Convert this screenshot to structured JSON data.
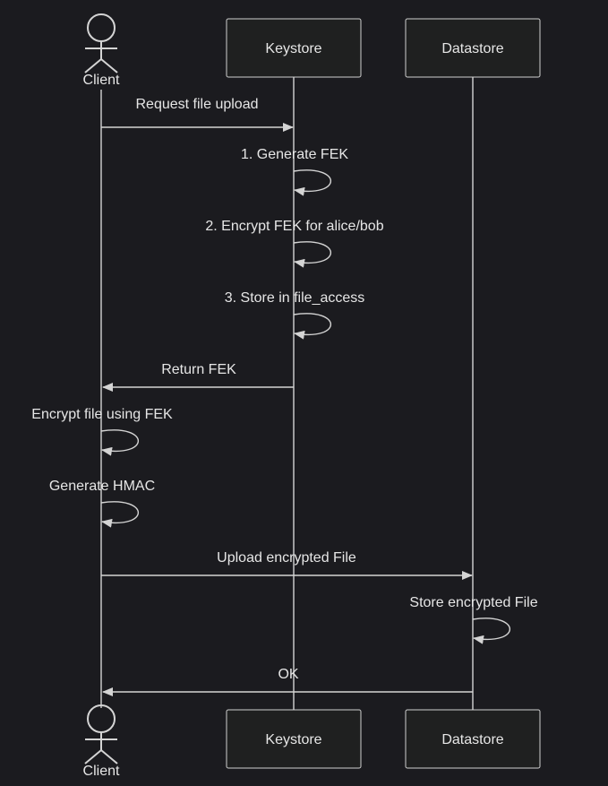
{
  "participants": {
    "client": {
      "label": "Client"
    },
    "keystore": {
      "label": "Keystore"
    },
    "datastore": {
      "label": "Datastore"
    }
  },
  "messages": [
    {
      "text": "Request file upload"
    },
    {
      "text": "1. Generate FEK"
    },
    {
      "text": "2. Encrypt FEK for alice/bob"
    },
    {
      "text": "3. Store in file_access"
    },
    {
      "text": "Return FEK"
    },
    {
      "text": "Encrypt file using FEK"
    },
    {
      "text": "Generate HMAC"
    },
    {
      "text": "Upload encrypted File"
    },
    {
      "text": "Store encrypted File"
    },
    {
      "text": "OK"
    }
  ],
  "colors": {
    "background": "#1b1b1f",
    "line": "#d4d4d4",
    "box_fill": "#1f2020",
    "text": "#e6e6e6"
  }
}
